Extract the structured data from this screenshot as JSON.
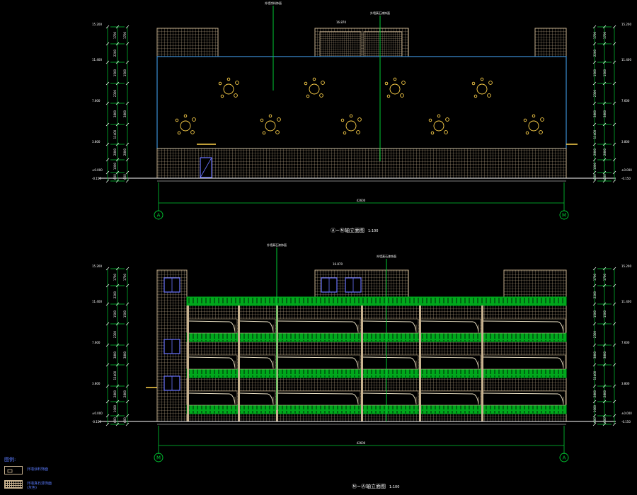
{
  "drawing": {
    "top_view": {
      "title": "Ⓐ~Ⓜ轴立面图",
      "scale": "1:100",
      "axis_left": "A",
      "axis_right": "M",
      "total_dim": "42600",
      "callout_1": "外墙涂料饰面",
      "callout_2": "外墙真石漆饰面",
      "roof_top_elev": "16.870",
      "elev_labels": [
        "15.200",
        "11.400",
        "7.600",
        "3.800",
        "±0.000",
        "-0.150"
      ],
      "dim_labels": [
        "1700",
        "2200",
        "1500",
        "2300",
        "3800",
        "11400",
        "2800",
        "1000",
        "600",
        "1800",
        "600",
        "150"
      ]
    },
    "bottom_view": {
      "title": "Ⓜ~Ⓐ轴立面图",
      "scale": "1:100",
      "axis_left": "M",
      "axis_right": "A",
      "total_dim": "42600",
      "callout_1": "外墙真石漆饰面",
      "callout_2": "外墙真石漆饰面",
      "roof_top_elev": "16.870",
      "elev_labels": [
        "15.200",
        "11.400",
        "7.600",
        "3.800",
        "±0.000",
        "-0.150"
      ],
      "dim_labels": [
        "1700",
        "2200",
        "1500",
        "2300",
        "3800",
        "11400",
        "2800",
        "1000",
        "600",
        "1800",
        "600",
        "150"
      ]
    },
    "legend": {
      "title": "图例:",
      "items": [
        {
          "label": "外墙涂料饰面"
        },
        {
          "label": "外墙真石漆饰面\n(灰色)"
        }
      ]
    },
    "colors": {
      "background": "#000000",
      "wall_grid": "#c8b28f",
      "dimension": "#ffffff",
      "axis_green": "#00cc33",
      "planting_green": "#00a81c",
      "facade_blue": "#3b8fd6",
      "window_blue": "#6a74ff",
      "ornament_yellow": "#ffd24a",
      "label_blue": "#5b7cff"
    }
  }
}
